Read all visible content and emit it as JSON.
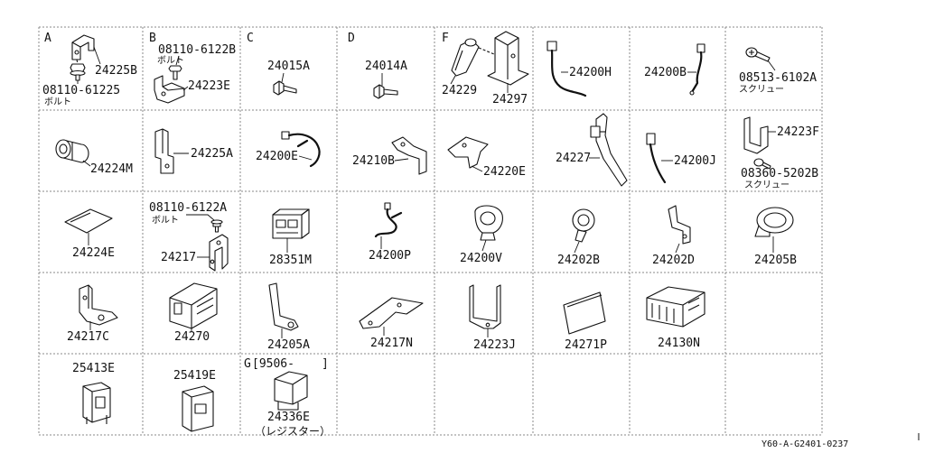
{
  "diagram": {
    "rows": [
      [
        {
          "letter": "A",
          "labels": [
            "24225B",
            "08110-61225",
            "ボルト"
          ]
        },
        {
          "letter": "B",
          "labels": [
            "08110-6122B",
            "ボルト",
            "24223E"
          ]
        },
        {
          "letter": "C",
          "labels": [
            "24015A"
          ]
        },
        {
          "letter": "D",
          "labels": [
            "24014A"
          ]
        },
        {
          "letter": "F",
          "labels": [
            "24229",
            "24297"
          ]
        },
        {
          "labels": [
            "24200H"
          ]
        },
        {
          "labels": [
            "24200B"
          ]
        },
        {
          "labels": [
            "08513-6102A",
            "スクリュー"
          ]
        }
      ],
      [
        {
          "labels": [
            "24224M"
          ]
        },
        {
          "labels": [
            "24225A"
          ]
        },
        {
          "labels": [
            "24200E"
          ]
        },
        {
          "labels": [
            "24210B"
          ]
        },
        {
          "labels": [
            "24220E"
          ]
        },
        {
          "labels": [
            "24227"
          ]
        },
        {
          "labels": [
            "24200J"
          ]
        },
        {
          "labels": [
            "24223F",
            "08360-5202B",
            "スクリュー"
          ]
        }
      ],
      [
        {
          "labels": [
            "24224E"
          ]
        },
        {
          "labels": [
            "08110-6122A",
            "ボルト",
            "24217"
          ]
        },
        {
          "labels": [
            "28351M"
          ]
        },
        {
          "labels": [
            "24200P"
          ]
        },
        {
          "labels": [
            "24200V"
          ]
        },
        {
          "labels": [
            "24202B"
          ]
        },
        {
          "labels": [
            "24202D"
          ]
        },
        {
          "labels": [
            "24205B"
          ]
        }
      ],
      [
        {
          "labels": [
            "24217C"
          ]
        },
        {
          "labels": [
            "24270"
          ]
        },
        {
          "labels": [
            "24205A"
          ]
        },
        {
          "labels": [
            "24217N"
          ]
        },
        {
          "labels": [
            "24223J"
          ]
        },
        {
          "labels": [
            "24271P"
          ]
        },
        {
          "labels": [
            "24130N"
          ]
        }
      ],
      [
        {
          "labels": [
            "25413E"
          ]
        },
        {
          "labels": [
            "25419E"
          ]
        },
        {
          "letter": "G",
          "range_open": "[9506-",
          "range_close": "]",
          "labels": [
            "24336E",
            "（レジスター）"
          ]
        }
      ]
    ],
    "footer_code": "Y60-A-G2401-0237"
  }
}
